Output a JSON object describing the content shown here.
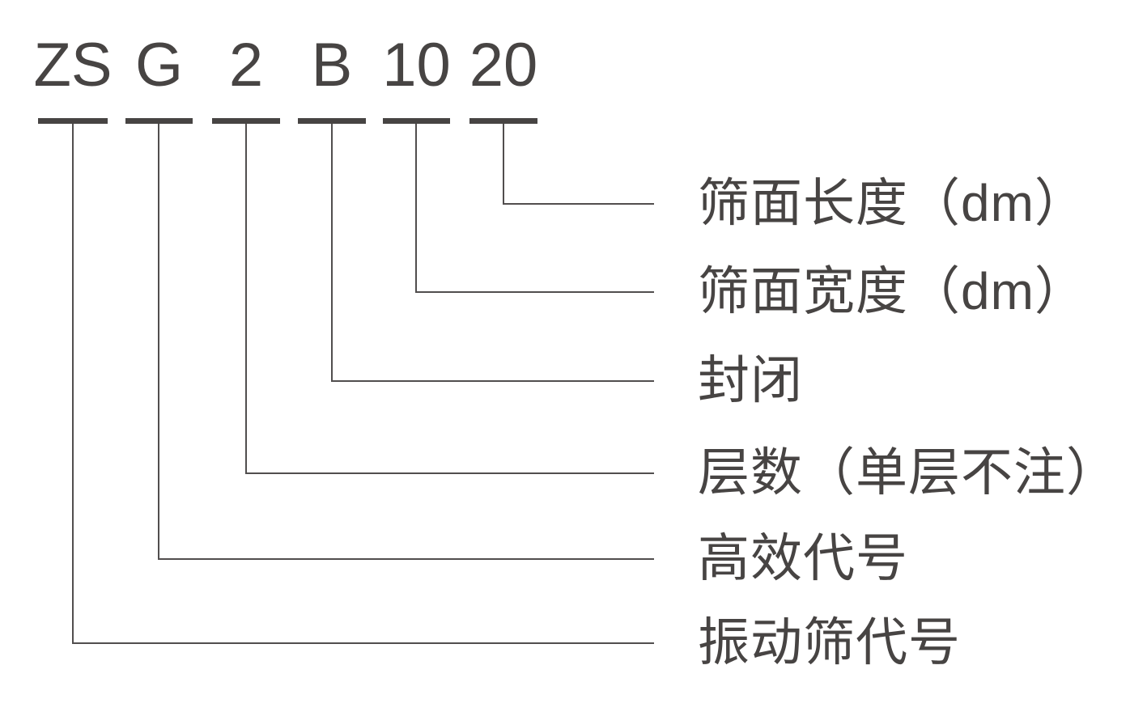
{
  "diagram": {
    "name": "vibrating-screen-model-code-diagram",
    "model_code_string": "ZS G 2 B 10 20",
    "parts": [
      {
        "code": "ZS",
        "label": "振动筛代号"
      },
      {
        "code": "G",
        "label": "高效代号"
      },
      {
        "code": "2",
        "label": "层数（单层不注）"
      },
      {
        "code": "B",
        "label": "封闭"
      },
      {
        "code": "10",
        "label": "筛面宽度（dm）"
      },
      {
        "code": "20",
        "label": "筛面长度（dm）"
      }
    ],
    "colors": {
      "ink": "#474443",
      "line": "#514e4e",
      "background": "#ffffff"
    }
  }
}
